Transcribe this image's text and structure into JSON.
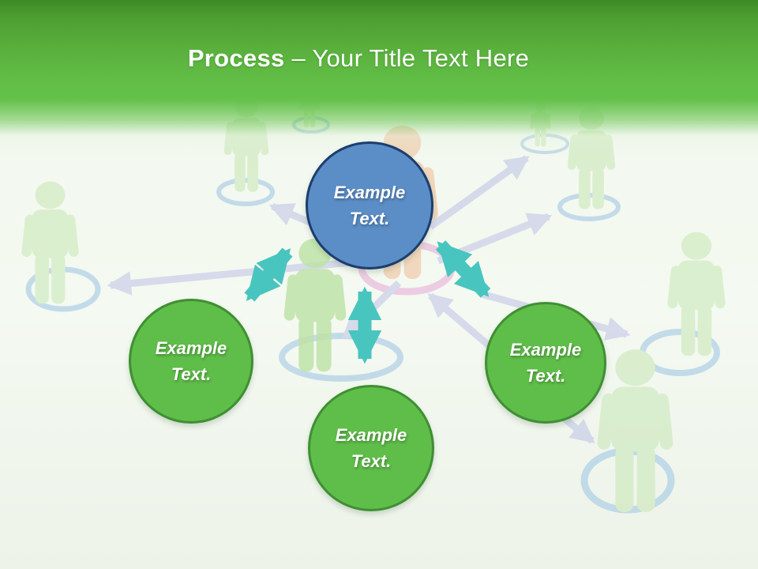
{
  "slide": {
    "title": {
      "bold": "Process",
      "rest": " – Your Title Text Here"
    }
  },
  "nodes": {
    "top": {
      "line1": "Example",
      "line2": "Text."
    },
    "left": {
      "line1": "Example",
      "line2": "Text."
    },
    "bottom": {
      "line1": "Example",
      "line2": "Text."
    },
    "right": {
      "line1": "Example",
      "line2": "Text."
    }
  },
  "palette": {
    "header_green_dark": "#3E8A26",
    "header_green_bright": "#64C14A",
    "circle_blue_fill": "#5B8DC6",
    "circle_blue_border": "#1C3E6E",
    "circle_green_fill": "#5FBE49",
    "circle_green_border": "#3F8F33",
    "teal_arrow": "#48C5BF",
    "lavender_arrow": "#BEC2E6",
    "ring_blue": "#9CC4E4",
    "ring_pink": "#E7A9D6",
    "person_green": "#C6E7B4",
    "person_front": "#BFE3A9",
    "person_orange": "#EFBD95"
  }
}
